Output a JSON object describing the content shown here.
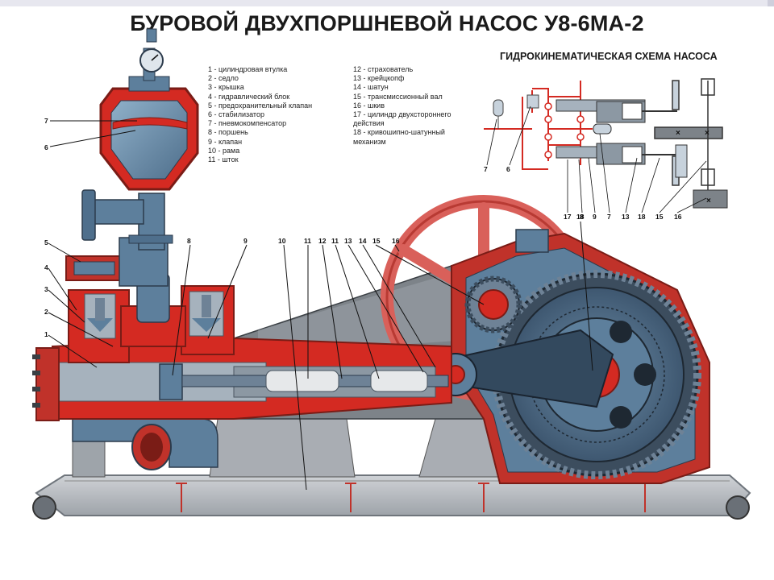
{
  "title": "БУРОВОЙ ДВУХПОРШНЕВОЙ НАСОС У8-6МА-2",
  "scheme_title": "ГИДРОКИНЕМАТИЧЕСКАЯ СХЕМА НАСОСА",
  "legend_left": [
    "1 - цилиндровая втулка",
    "2 - седло",
    "3 - крышка",
    "4 - гидравлический блок",
    "5 - предохранительный клапан",
    "6 - стабилизатор",
    "7 - пневмокомпенсатор",
    "8 - поршень",
    "9 - клапан",
    "10 - рама",
    "11 - шток"
  ],
  "legend_right": [
    "12 - страхователь",
    "13 - крейцкопф",
    "14 - шатун",
    "15 - трансмиссионный вал",
    "16 - шкив",
    "17 - цилиндр двухстороннего действия",
    "18 - кривошипно-шатунный механизм"
  ],
  "callouts": {
    "c7": "7",
    "c6": "6",
    "c5": "5",
    "c4": "4",
    "c3": "3",
    "c2": "2",
    "c1": "1",
    "c8": "8",
    "c9": "9",
    "c10": "10",
    "c11a": "11",
    "c12": "12",
    "c11b": "11",
    "c13": "13",
    "c14": "14",
    "c16": "16",
    "c15": "15",
    "c18": "18"
  },
  "scheme_callouts": {
    "s7": "7",
    "s6": "6",
    "s17": "17",
    "s8": "8",
    "s9": "9",
    "s7b": "7",
    "s13": "13",
    "s18": "18",
    "s15": "15",
    "s16": "16"
  },
  "colors": {
    "red": "#d42a22",
    "steel": "#5d7f9c",
    "dark_steel": "#2c3b4c",
    "frame": "#b8bcc2",
    "gear": "#5a6e80"
  }
}
